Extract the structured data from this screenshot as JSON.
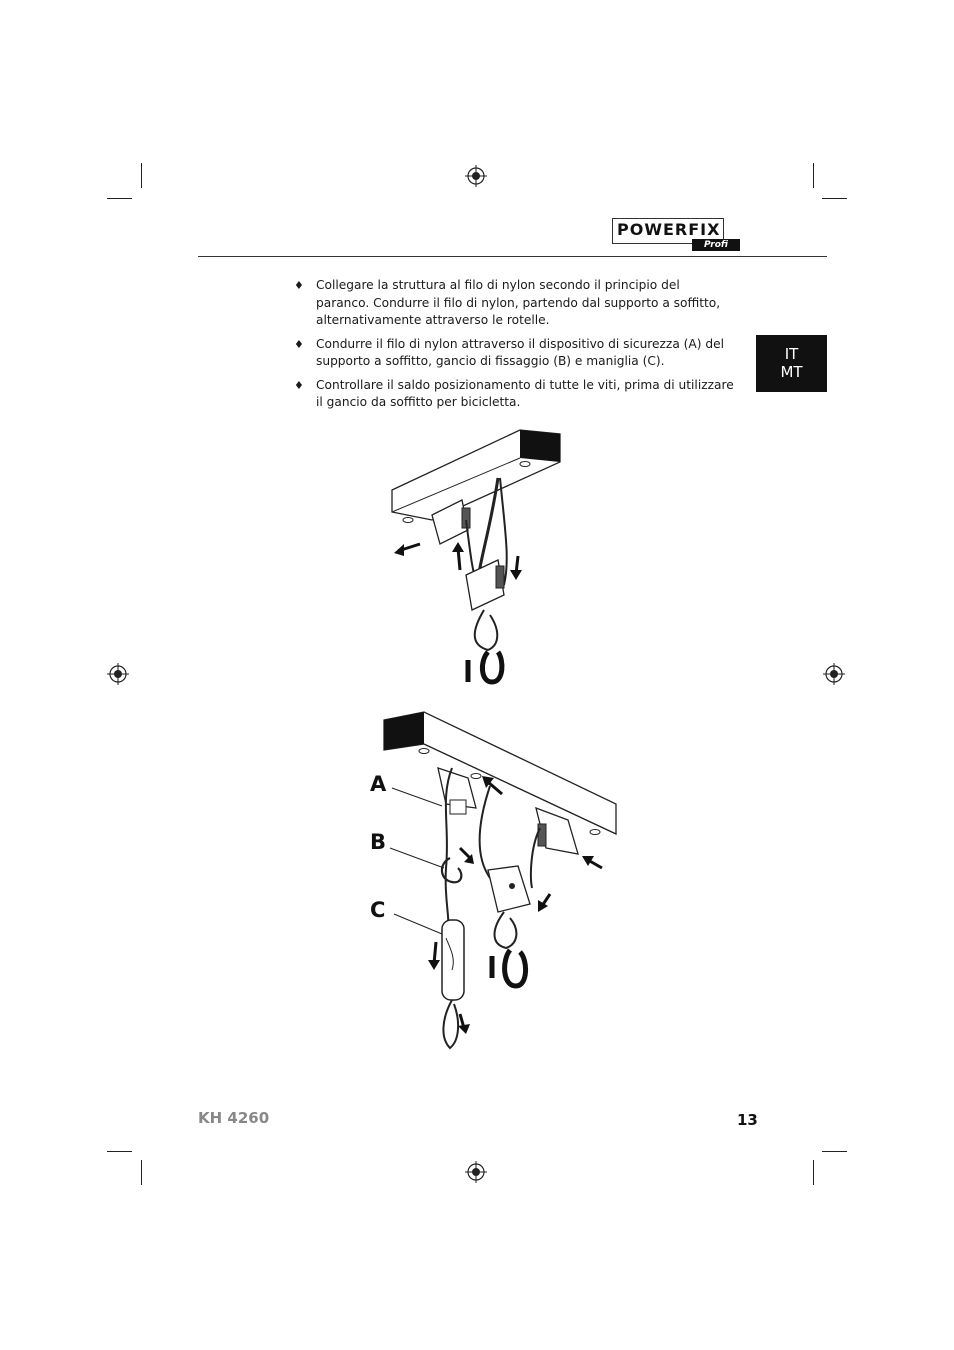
{
  "brand": {
    "logo_text": "POWERFIX",
    "logo_sub": "Profi"
  },
  "language_tab": {
    "line1": "IT",
    "line2": "MT"
  },
  "instructions": [
    "Collegare la struttura al filo di nylon secondo il principio del paranco. Condurre il filo di nylon, partendo dal supporto a soffitto, alternativamente attraverso le rotelle.",
    "Condurre il filo di nylon attraverso il dispositivo di sicurezza (A) del supporto a soffitto, gancio di fissaggio (B) e maniglia (C).",
    "Controllare il saldo posizionamento di tutte le viti, prima di utilizzare il gancio da soffitto per bicicletta."
  ],
  "bullet_glyph": "♦",
  "figure_callouts": {
    "a": "A",
    "b": "B",
    "c": "C"
  },
  "footer": {
    "model": "KH 4260",
    "page_number": "13"
  }
}
